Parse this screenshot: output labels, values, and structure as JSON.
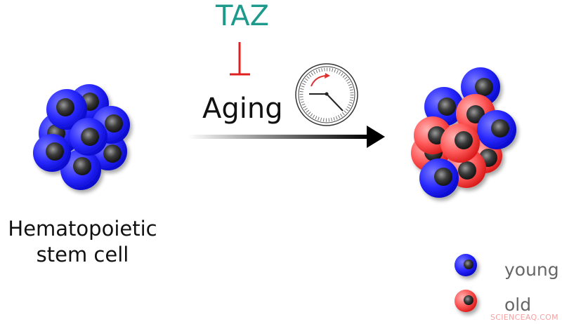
{
  "diagram": {
    "regulator": {
      "label": "TAZ",
      "color": "#1e9a8c"
    },
    "inhibition_symbol": {
      "type": "t-bar",
      "color": "#e02020"
    },
    "process": {
      "label": "Aging",
      "icon": "clock-icon"
    },
    "source": {
      "label_line1": "Hematopoietic",
      "label_line2": "stem cell",
      "cells": "young cluster (all blue)"
    },
    "target": {
      "cells": "aged cluster (mix of blue young and red old)"
    },
    "arrow": {
      "from": "source",
      "to": "target",
      "style": "gradient grey to black"
    }
  },
  "legend": {
    "items": [
      {
        "label": "young",
        "color": "#1a1aff",
        "icon": "young-cell-icon"
      },
      {
        "label": "old",
        "color": "#ff4d4d",
        "icon": "old-cell-icon"
      }
    ]
  },
  "watermark": "SCIENCEAQ.COM"
}
